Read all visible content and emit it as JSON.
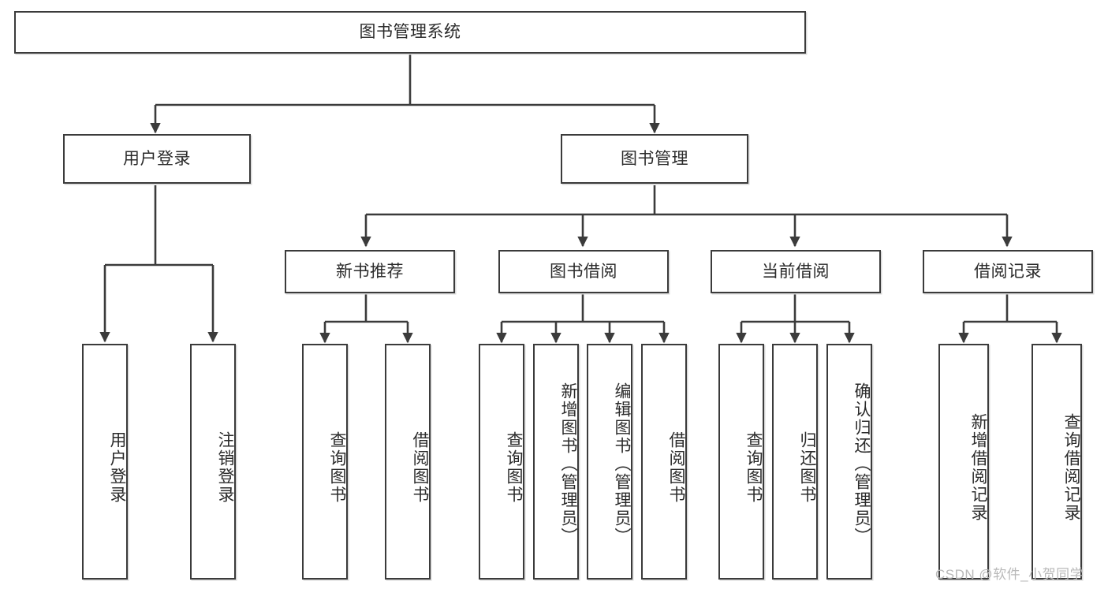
{
  "diagram": {
    "title": "图书管理系统",
    "type": "tree-hierarchy-chart",
    "root": {
      "id": "root",
      "label": "图书管理系统"
    },
    "level2": [
      {
        "id": "user-login",
        "label": "用户登录"
      },
      {
        "id": "book-manage",
        "label": "图书管理"
      }
    ],
    "level3": [
      {
        "id": "new-book-recommend",
        "label": "新书推荐",
        "parent": "book-manage"
      },
      {
        "id": "book-borrow",
        "label": "图书借阅",
        "parent": "book-manage"
      },
      {
        "id": "current-borrow",
        "label": "当前借阅",
        "parent": "book-manage"
      },
      {
        "id": "borrow-record",
        "label": "借阅记录",
        "parent": "book-manage"
      }
    ],
    "leaves": [
      {
        "id": "leaf-user-login",
        "label": "用户登录",
        "parent": "user-login"
      },
      {
        "id": "leaf-user-logout",
        "label": "注销登录",
        "parent": "user-login"
      },
      {
        "id": "leaf-query-book-1",
        "label": "查询图书",
        "parent": "new-book-recommend"
      },
      {
        "id": "leaf-borrow-book-1",
        "label": "借阅图书",
        "parent": "new-book-recommend"
      },
      {
        "id": "leaf-query-book-2",
        "label": "查询图书",
        "parent": "book-borrow"
      },
      {
        "id": "leaf-add-book",
        "label": "新增图书（管理员）",
        "parent": "book-borrow"
      },
      {
        "id": "leaf-edit-book",
        "label": "编辑图书（管理员）",
        "parent": "book-borrow"
      },
      {
        "id": "leaf-borrow-book-2",
        "label": "借阅图书",
        "parent": "book-borrow"
      },
      {
        "id": "leaf-query-book-3",
        "label": "查询图书",
        "parent": "current-borrow"
      },
      {
        "id": "leaf-return-book",
        "label": "归还图书",
        "parent": "current-borrow"
      },
      {
        "id": "leaf-confirm-return",
        "label": "确认归还（管理员）",
        "parent": "current-borrow"
      },
      {
        "id": "leaf-add-record",
        "label": "新增借阅记录",
        "parent": "borrow-record"
      },
      {
        "id": "leaf-query-record",
        "label": "查询借阅记录",
        "parent": "borrow-record"
      }
    ],
    "watermark": "CSDN @软件_小贺同学",
    "colors": {
      "background": "#ffffff",
      "box_border": "#3b3b3b",
      "box_fill": "#ffffff",
      "connector": "#3b3b3b",
      "text": "#2b2b2b",
      "watermark": "#b9b9b9"
    }
  }
}
